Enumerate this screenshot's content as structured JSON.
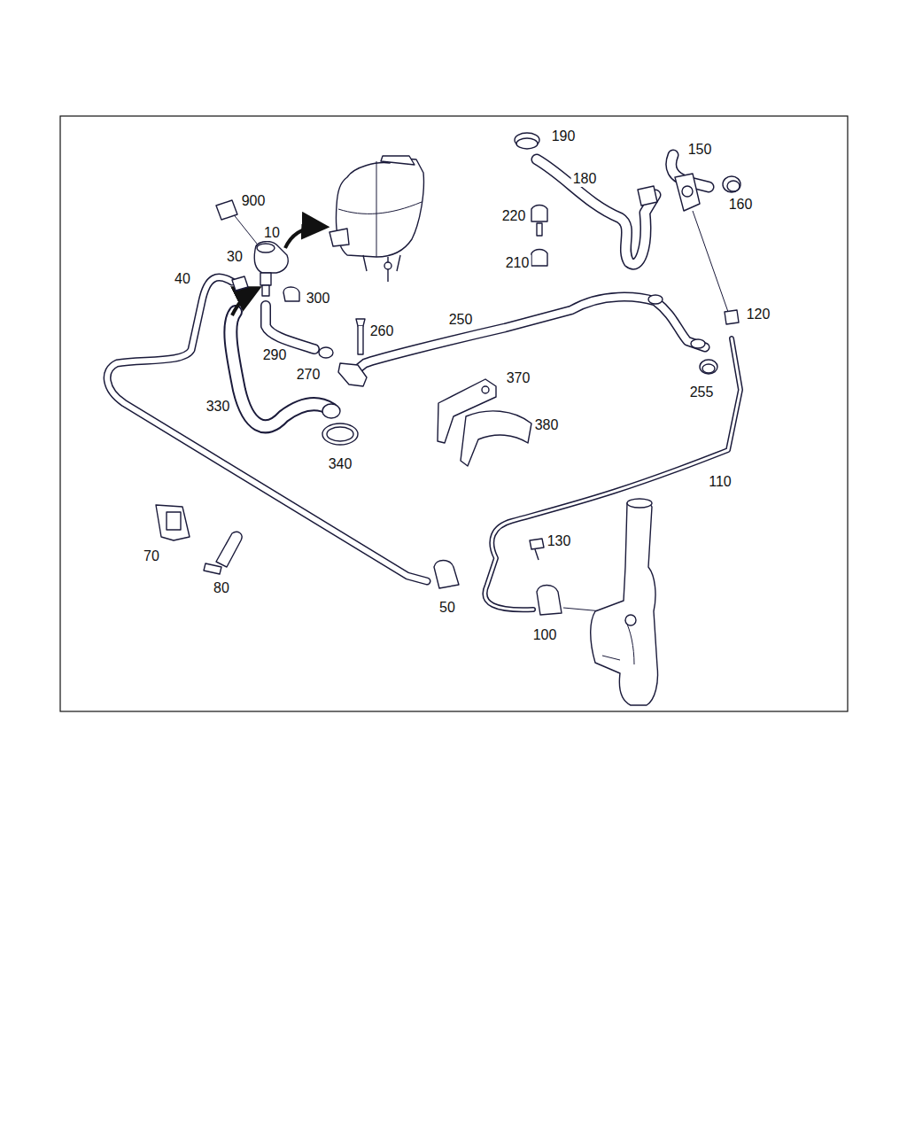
{
  "diagram": {
    "labels": [
      "190",
      "150",
      "180",
      "160",
      "900",
      "220",
      "10",
      "30",
      "210",
      "40",
      "300",
      "250",
      "120",
      "260",
      "290",
      "270",
      "255",
      "370",
      "330",
      "380",
      "340",
      "110",
      "130",
      "70",
      "80",
      "50",
      "100"
    ]
  }
}
